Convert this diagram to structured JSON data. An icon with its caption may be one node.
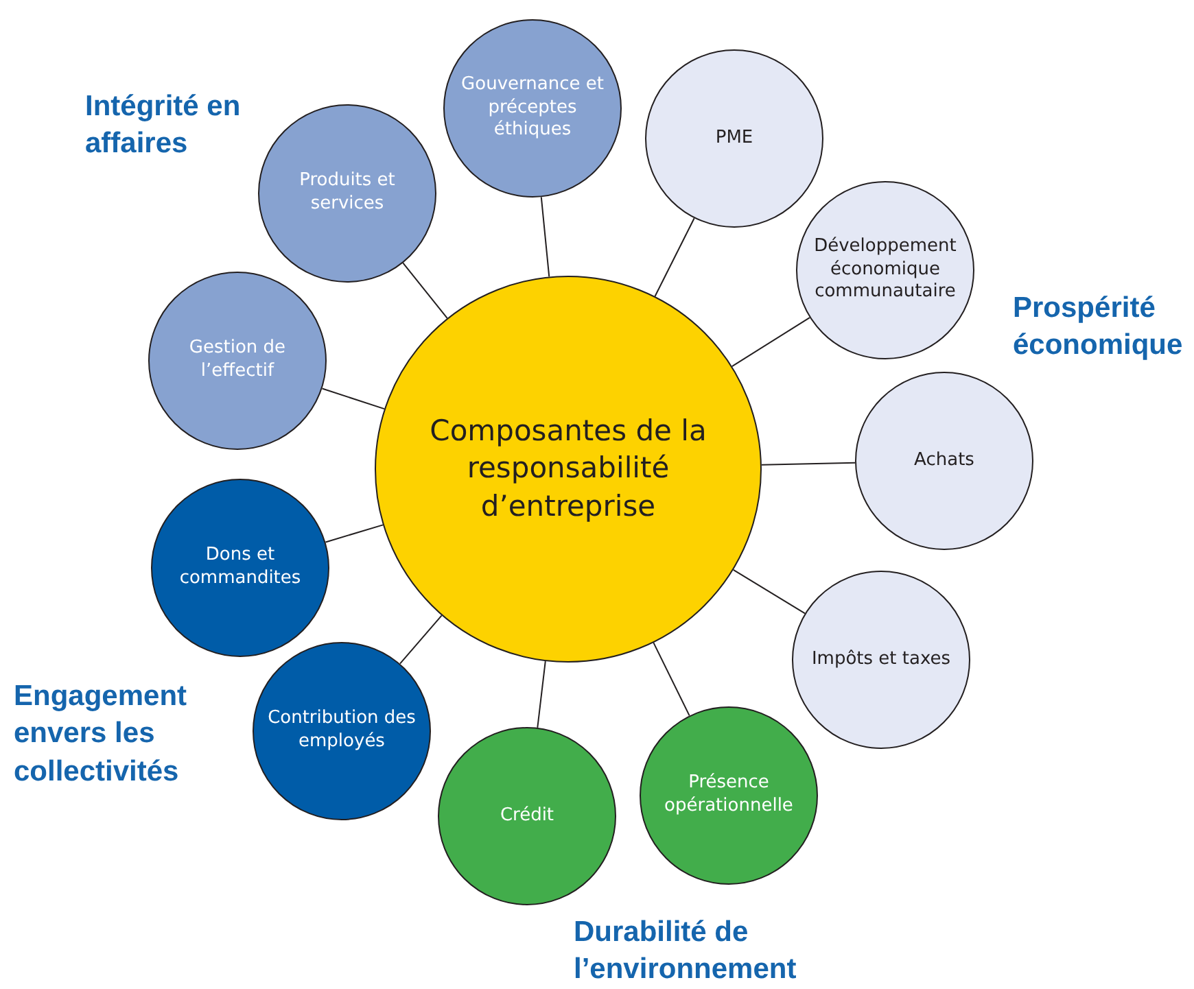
{
  "diagram": {
    "nodes": [
      {
        "text": [
          "Composantes de la responsabilité d’entreprise"
        ]
      },
      {
        "text": [
          "Gouvernance et préceptes éthiques"
        ]
      },
      {
        "text": [
          "PME"
        ]
      },
      {
        "text": [
          "Développement économique communautaire"
        ]
      },
      {
        "text": [
          "Achats"
        ]
      },
      {
        "text": [
          "Impôts et taxes"
        ]
      },
      {
        "text": [
          "Présence opérationnelle"
        ]
      },
      {
        "text": [
          "Crédit"
        ]
      },
      {
        "text": [
          "Contribution des employés"
        ]
      },
      {
        "text": [
          "Dons et commandites"
        ]
      },
      {
        "text": [
          "Gestion de l’effectif"
        ]
      },
      {
        "text": [
          "Produits et services"
        ]
      }
    ],
    "edges": [
      {
        "from": 0,
        "to": 1,
        "arrow": "none"
      },
      {
        "from": 0,
        "to": 2,
        "arrow": "none"
      },
      {
        "from": 0,
        "to": 3,
        "arrow": "none"
      },
      {
        "from": 0,
        "to": 4,
        "arrow": "none"
      },
      {
        "from": 0,
        "to": 5,
        "arrow": "none"
      },
      {
        "from": 0,
        "to": 6,
        "arrow": "none"
      },
      {
        "from": 0,
        "to": 7,
        "arrow": "none"
      },
      {
        "from": 0,
        "to": 8,
        "arrow": "none"
      },
      {
        "from": 0,
        "to": 9,
        "arrow": "none"
      },
      {
        "from": 0,
        "to": 10,
        "arrow": "none"
      },
      {
        "from": 0,
        "to": 11,
        "arrow": "none"
      }
    ],
    "labels": [
      "Intégrité en affaires",
      "Prospérité économique",
      "Engagement envers les collectivités",
      "Durabilité de l’environnement"
    ]
  }
}
